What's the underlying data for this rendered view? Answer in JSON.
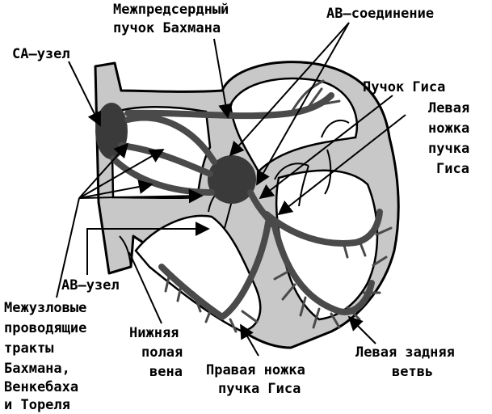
{
  "labels": {
    "sa_node": "СА–узел",
    "bachmann_1": "Межпредсердный",
    "bachmann_2": "пучок  Бахмана",
    "av_junction": "АВ–соединение",
    "his_bundle": "Пучок Гиса",
    "left_branch_1": "Левая",
    "left_branch_2": "ножка",
    "left_branch_3": "пучка",
    "left_branch_4": "Гиса",
    "av_node": "АВ–узел",
    "internodal_1": "Межузловые",
    "internodal_2": "проводящие",
    "internodal_3": "тракты",
    "internodal_4": "Бахмана,",
    "internodal_5": "Венкебаха",
    "internodal_6": "и Тореля",
    "ivc_1": "Нижняя",
    "ivc_2": "полая",
    "ivc_3": "вена",
    "right_branch_1": "Правая  ножка",
    "right_branch_2": "пучка  Гиса",
    "left_posterior_1": "Левая задняя",
    "left_posterior_2": "ветвь"
  }
}
